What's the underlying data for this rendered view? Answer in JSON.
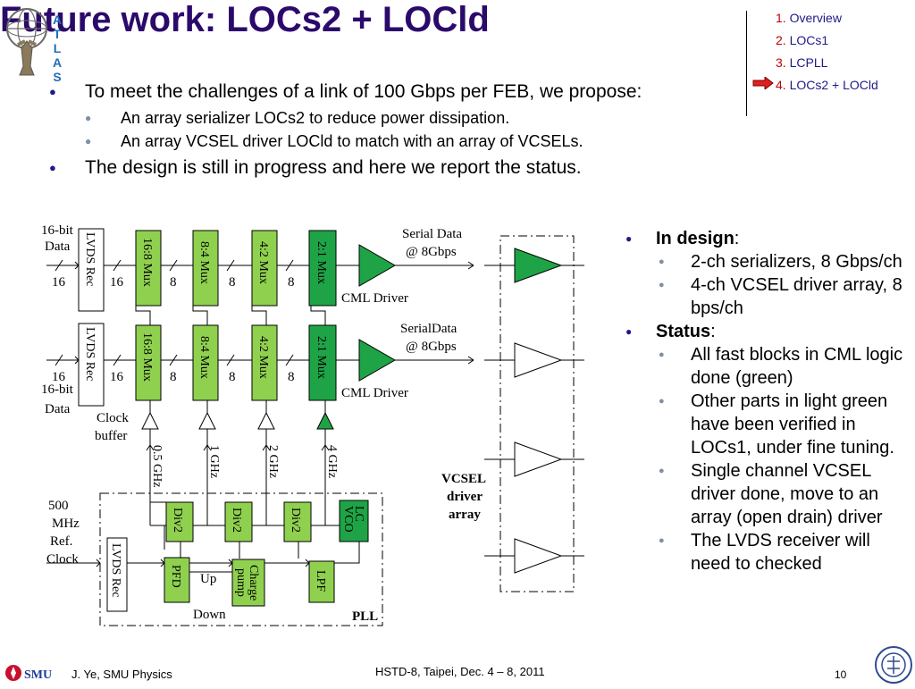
{
  "title": "Future work: LOCs2 + LOCld",
  "logo": {
    "letters": [
      "A",
      "T",
      "L",
      "A",
      "S"
    ]
  },
  "nav": {
    "items": [
      {
        "num": "1.",
        "label": "Overview"
      },
      {
        "num": "2.",
        "label": "LOCs1"
      },
      {
        "num": "3.",
        "label": "LCPLL"
      },
      {
        "num": "4.",
        "label": "LOCs2 + LOCld"
      }
    ]
  },
  "bullets": {
    "b1": "To meet the challenges of a link of 100 Gbps per FEB, we propose:",
    "b1_sub": [
      "An array serializer LOCs2 to reduce power dissipation.",
      "An array VCSEL driver LOCld to match with an array of VCSELs."
    ],
    "b2": "The design is still in progress and here we report the status."
  },
  "right": {
    "in_design": "In design",
    "in_design_items": [
      "2-ch serializers, 8 Gbps/ch",
      "4-ch VCSEL driver array, 8 bps/ch"
    ],
    "status": "Status",
    "status_items": [
      "All fast blocks in CML logic done (green)",
      "Other parts in light green have been verified in LOCs1, under fine tuning.",
      "Single channel VCSEL driver done, move to an array (open drain) driver",
      "The LVDS receiver will need to checked"
    ],
    "colon": ":"
  },
  "diagram": {
    "in_label1": "16-bit",
    "in_label2": "Data",
    "w16": "16",
    "w8": "8",
    "lvds": "LVDS Rec",
    "mux16": "16:8 Mux",
    "mux8": "8:4 Mux",
    "mux4": "4:2 Mux",
    "mux2": "2:1 Mux",
    "serial1_a": "Serial Data",
    "serial1_b": "@ 8Gbps",
    "serial2_a": "SerialData",
    "serial2_b": "@ 8Gbps",
    "cml": "CML Driver",
    "clockbuf1": "Clock",
    "clockbuf2": "buffer",
    "f05": "0.5 GHz",
    "f1": "1 GHz",
    "f2": "2 GHz",
    "f4": "4 GHz",
    "div2": "Div2",
    "lcvco1": "LC",
    "lcvco2": "VCO",
    "ref1": "500",
    "ref2": "MHz",
    "ref3": "Ref.",
    "ref4": "Clock",
    "pfd": "PFD",
    "charge1": "Charge",
    "charge2": "pump",
    "lpf": "LPF",
    "up": "Up",
    "down": "Down",
    "pll": "PLL",
    "vcsel1": "VCSEL",
    "vcsel2": "driver",
    "vcsel3": "array",
    "colors": {
      "light_green": "#8fd14f",
      "dark_green": "#1ea446",
      "stroke": "#000000"
    }
  },
  "footer": {
    "author": "J. Ye, SMU Physics",
    "smu": "SMU",
    "event": "HSTD-8, Taipei, Dec. 4 – 8, 2011",
    "page": "10"
  }
}
